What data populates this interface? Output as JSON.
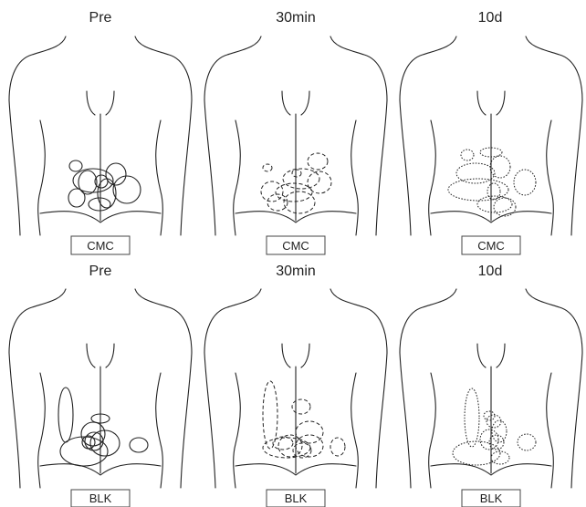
{
  "figure": {
    "rows": [
      {
        "group_label": "CMC",
        "panels": [
          {
            "title": "Pre",
            "lesion_style": "solid",
            "lesion_count": 9
          },
          {
            "title": "30min",
            "lesion_style": "dashed",
            "lesion_count": 8
          },
          {
            "title": "10d",
            "lesion_style": "dotted",
            "lesion_count": 8
          }
        ]
      },
      {
        "group_label": "BLK",
        "panels": [
          {
            "title": "Pre",
            "lesion_style": "solid",
            "lesion_count": 8
          },
          {
            "title": "30min",
            "lesion_style": "dashed",
            "lesion_count": 9
          },
          {
            "title": "10d",
            "lesion_style": "dotted",
            "lesion_count": 9
          }
        ]
      }
    ],
    "colors": {
      "line": "#222222",
      "box_border": "#444444",
      "background": "#ffffff"
    }
  }
}
